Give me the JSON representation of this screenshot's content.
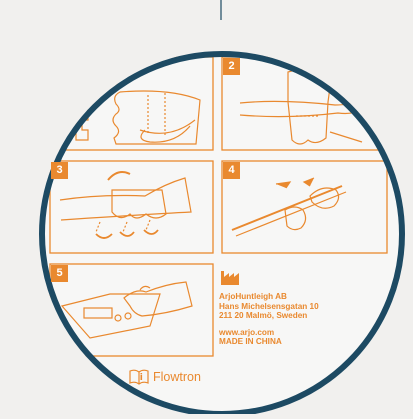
{
  "colors": {
    "accent": "#e9892f",
    "ring": "#1d4a63",
    "paper": "#f7f7f6",
    "background": "#f1f0ee"
  },
  "steps": [
    {
      "number": ""
    },
    {
      "number": "2"
    },
    {
      "number": "3"
    },
    {
      "number": "4"
    },
    {
      "number": "5"
    }
  ],
  "manufacturer": {
    "name": "ArjoHuntleigh AB",
    "street": "Hans Michelsensgatan 10",
    "city": "211 20 Malmö, Sweden",
    "website": "www.arjo.com",
    "origin": "MADE IN CHINA"
  },
  "product": {
    "name": "Flowtron"
  },
  "icons": [
    "factory-icon",
    "instructions-book-icon"
  ]
}
